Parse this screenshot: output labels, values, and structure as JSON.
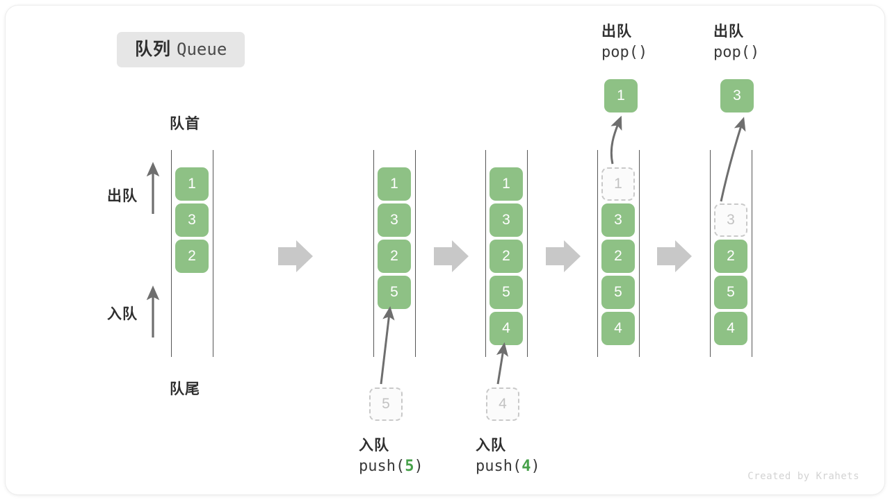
{
  "title": {
    "cn": "队列",
    "en": "Queue"
  },
  "labels": {
    "head": "队首",
    "tail": "队尾",
    "dequeue": "出队",
    "enqueue": "入队"
  },
  "watermark": "Created by Krahets",
  "colors": {
    "element_fill": "#8ec185",
    "element_text": "#ffffff",
    "ghost_border": "#c9c9c9",
    "ghost_text": "#c2c2c2",
    "rail": "#555555",
    "step_arrow": "#c8c8c8",
    "thin_arrow": "#6e6e6e",
    "code_accent": "#46a049",
    "badge_bg": "#e6e6e6",
    "text_dark": "#2f2f2f"
  },
  "columns": [
    {
      "id": "initial",
      "elements": [
        "1",
        "3",
        "2"
      ],
      "ghost": null
    },
    {
      "id": "after-push-5",
      "elements": [
        "1",
        "3",
        "2",
        "5"
      ],
      "ghost": null
    },
    {
      "id": "after-push-4",
      "elements": [
        "1",
        "3",
        "2",
        "5",
        "4"
      ],
      "ghost": null
    },
    {
      "id": "after-pop-1",
      "elements": [
        "3",
        "2",
        "5",
        "4"
      ],
      "ghost": "1",
      "popped": "1"
    },
    {
      "id": "after-pop-3",
      "elements": [
        "2",
        "5",
        "4"
      ],
      "ghost": "3",
      "popped": "3"
    }
  ],
  "operations": {
    "push_5": {
      "cn": "入队",
      "code_prefix": "push(",
      "value": "5",
      "code_suffix": ")",
      "ghost_value": "5"
    },
    "push_4": {
      "cn": "入队",
      "code_prefix": "push(",
      "value": "4",
      "code_suffix": ")",
      "ghost_value": "4"
    },
    "pop_1": {
      "cn": "出队",
      "code": "pop()",
      "value": "1"
    },
    "pop_3": {
      "cn": "出队",
      "code": "pop()",
      "value": "3"
    }
  }
}
